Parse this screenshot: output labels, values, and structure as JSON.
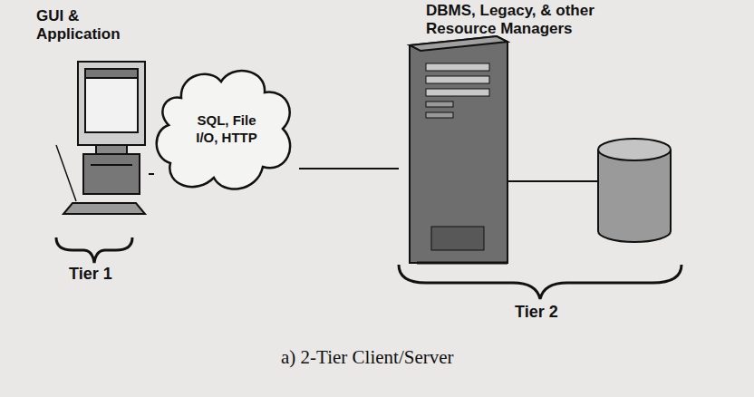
{
  "diagram": {
    "caption": "a) 2-Tier Client/Server",
    "nodes": [
      {
        "text": [
          "GUI & Application"
        ]
      },
      {
        "text": [
          "SQL, File I/O, HTTP"
        ]
      },
      {
        "text": [
          "DBMS, Legacy, & other Resource Managers"
        ]
      }
    ],
    "edges": [
      {
        "from": 0,
        "to": 1,
        "arrow": "none"
      },
      {
        "from": 1,
        "to": 2,
        "arrow": "none"
      }
    ],
    "labels": [
      "Tier 1",
      "Tier 2"
    ]
  }
}
